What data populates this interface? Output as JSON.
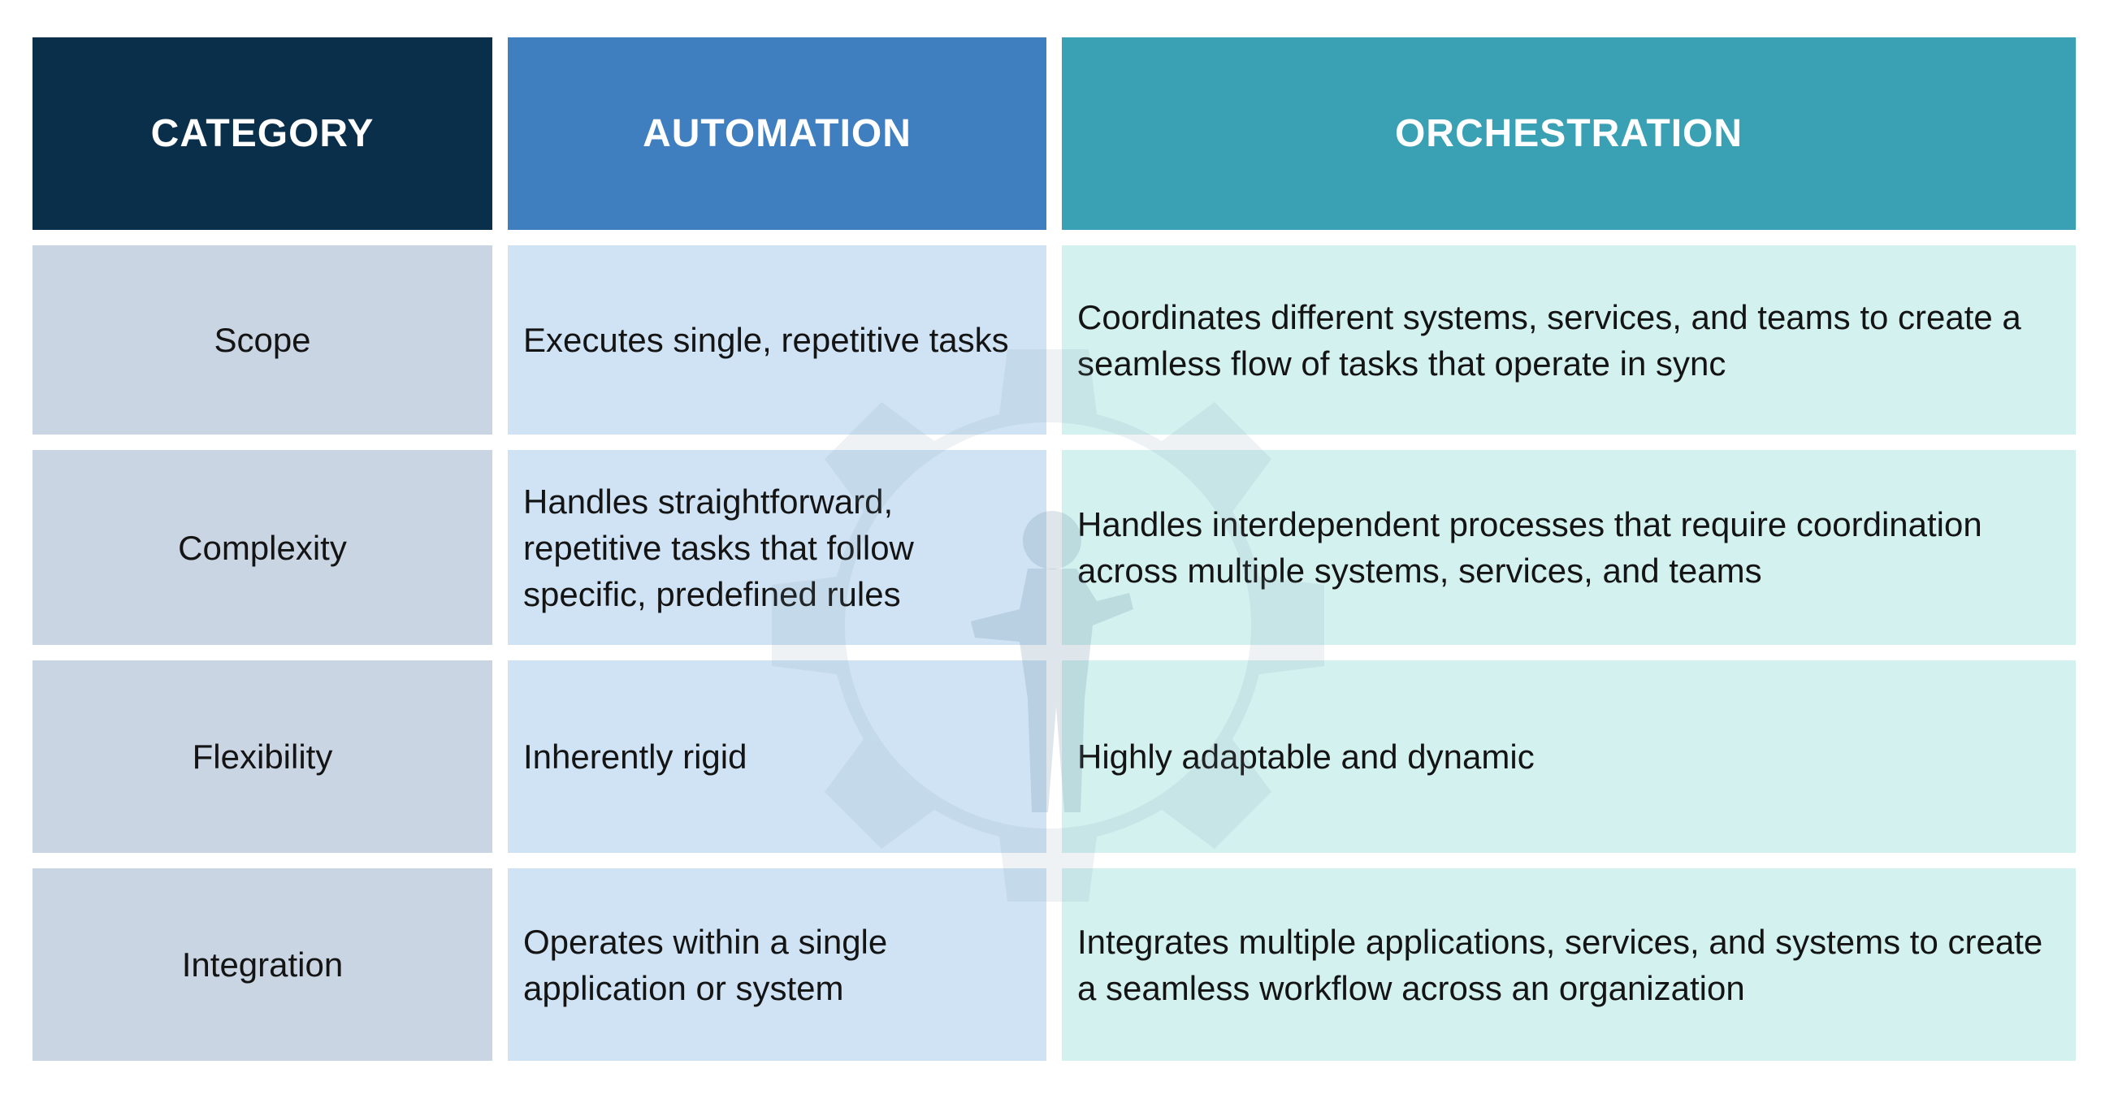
{
  "header": {
    "category": "CATEGORY",
    "automation": "AUTOMATION",
    "orchestration": "ORCHESTRATION"
  },
  "rows": [
    {
      "category": "Scope",
      "automation": "Executes single, repetitive tasks",
      "orchestration": "Coordinates different systems, services, and teams to create a seamless flow of tasks that operate in sync"
    },
    {
      "category": "Complexity",
      "automation": "Handles straightforward, repetitive tasks that follow specific, predefined rules",
      "orchestration": "Handles interdependent processes that require coordination across multiple systems, services, and teams"
    },
    {
      "category": "Flexibility",
      "automation": "Inherently rigid",
      "orchestration": "Highly adaptable and dynamic"
    },
    {
      "category": "Integration",
      "automation": "Operates within a single application or system",
      "orchestration": "Integrates multiple applications, services, and systems to create a seamless workflow across an organization"
    }
  ],
  "colors": {
    "header_category": "#0a2f4b",
    "header_automation": "#3f7fc0",
    "header_orchestration": "#3aa1b4",
    "cell_category": "#c9d5e3",
    "cell_automation": "#cfe3f4",
    "cell_orchestration": "#d3f1ef"
  },
  "watermark": {
    "icon": "gear-with-person-icon"
  }
}
